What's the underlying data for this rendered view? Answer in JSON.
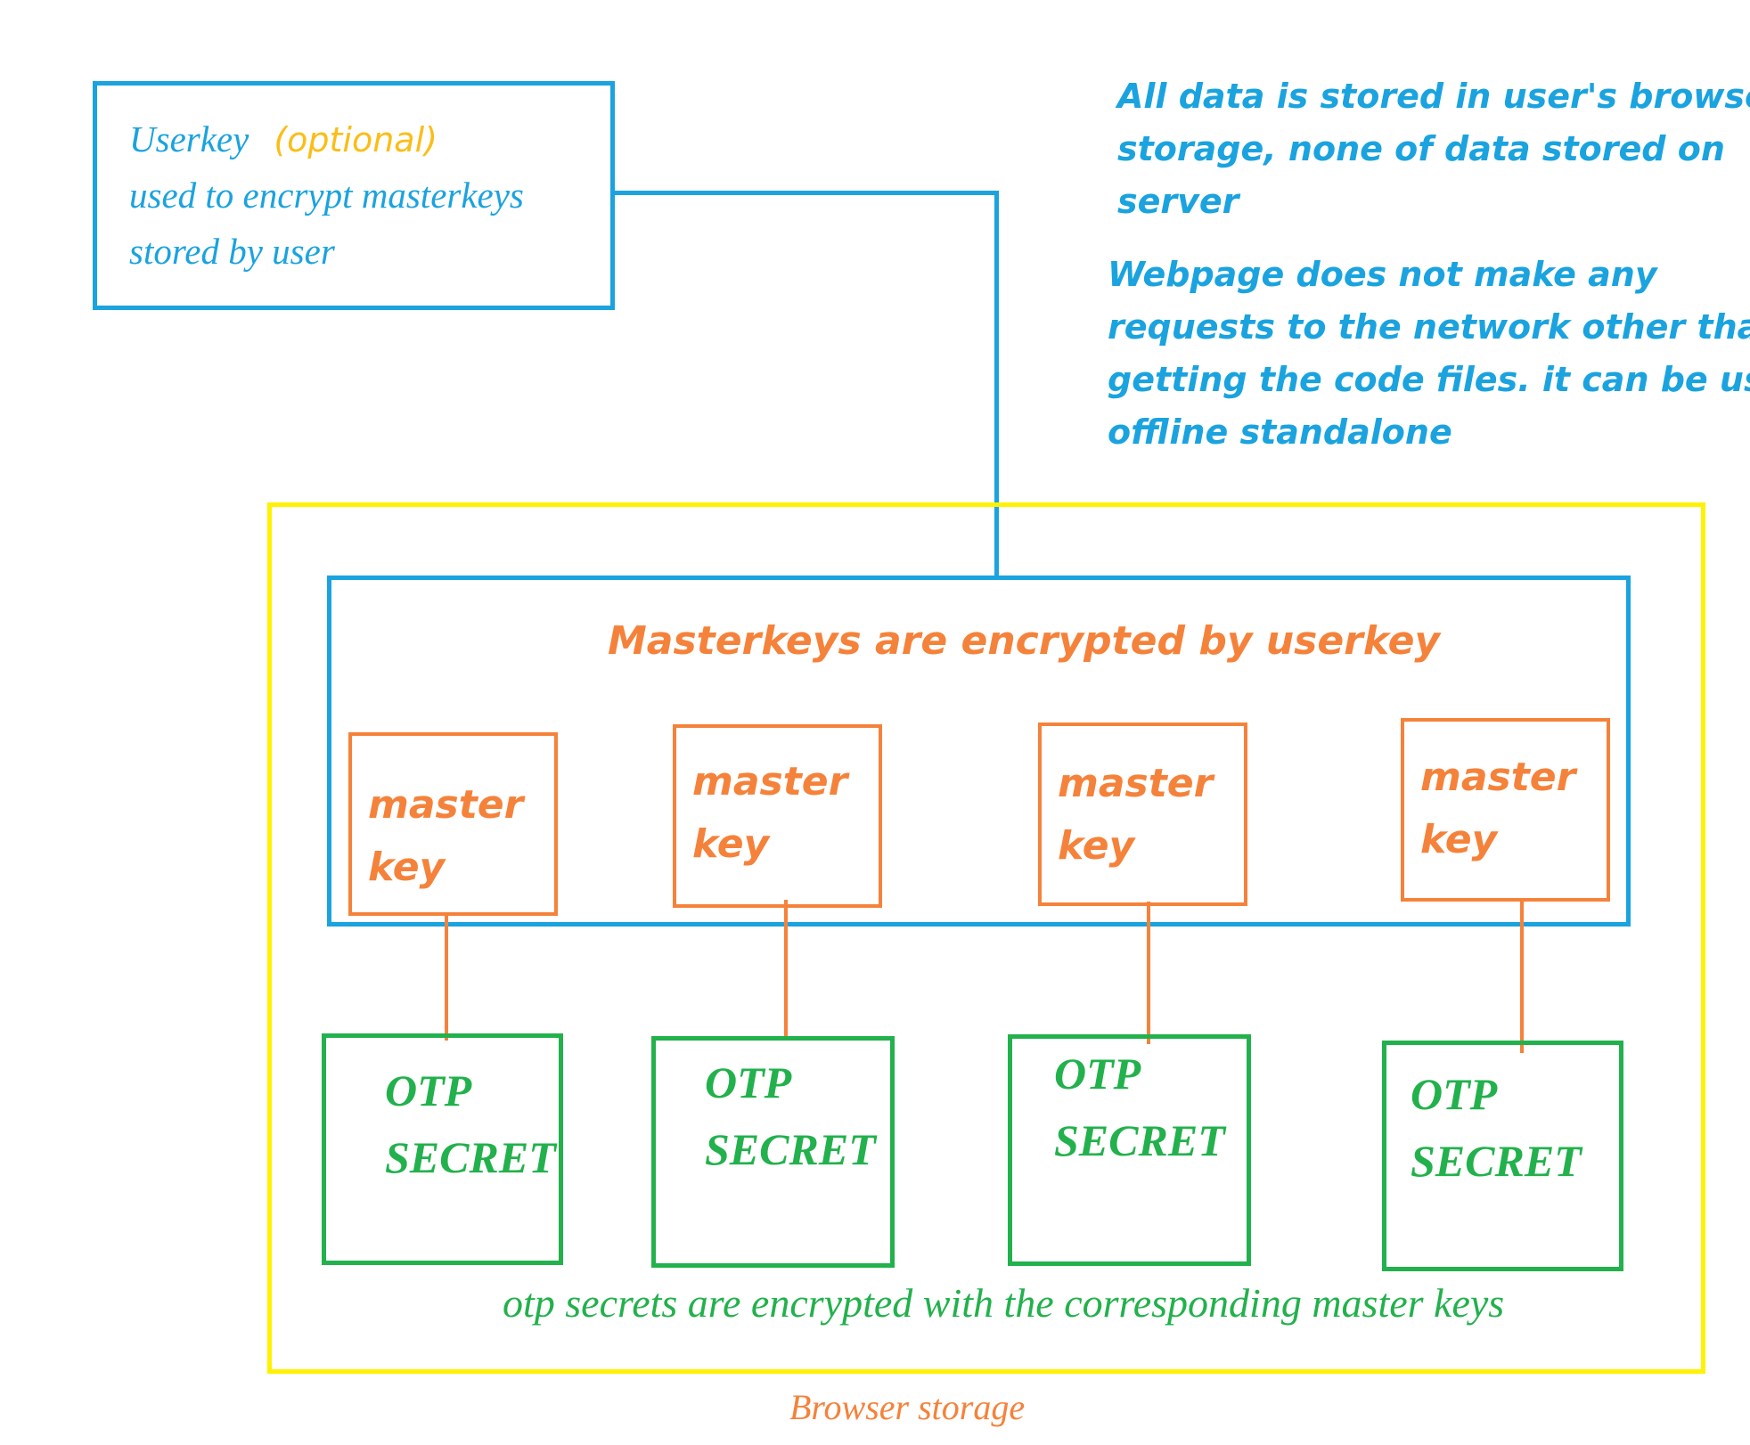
{
  "userkey": {
    "title": "Userkey",
    "optional": "(optional)",
    "line2": "used to encrypt masterkeys",
    "line3": "stored by user"
  },
  "notes": {
    "storage": [
      "All data is stored in user's browser",
      "storage, none of data stored on",
      "server"
    ],
    "network": [
      "Webpage does not make any",
      "requests to the network other than",
      "getting the code files. it can be used",
      "offline standalone"
    ]
  },
  "masterkeys_heading": "Masterkeys are encrypted by userkey",
  "master_keys": [
    {
      "line1": "master",
      "line2": "key"
    },
    {
      "line1": "master",
      "line2": "key"
    },
    {
      "line1": "master",
      "line2": "key"
    },
    {
      "line1": "master",
      "line2": "key"
    }
  ],
  "otp_secrets": [
    {
      "line1": "OTP",
      "line2": "SECRET"
    },
    {
      "line1": "OTP",
      "line2": "SECRET"
    },
    {
      "line1": "OTP",
      "line2": "SECRET"
    },
    {
      "line1": "OTP",
      "line2": "SECRET"
    }
  ],
  "otp_caption": "otp secrets are encrypted with the corresponding master keys",
  "browser_storage_label": "Browser storage",
  "colors": {
    "blue": "#1aa3df",
    "orange": "#f5823a",
    "green": "#22b14c",
    "yellow": "#fff200",
    "optional": "#fbbd16"
  }
}
